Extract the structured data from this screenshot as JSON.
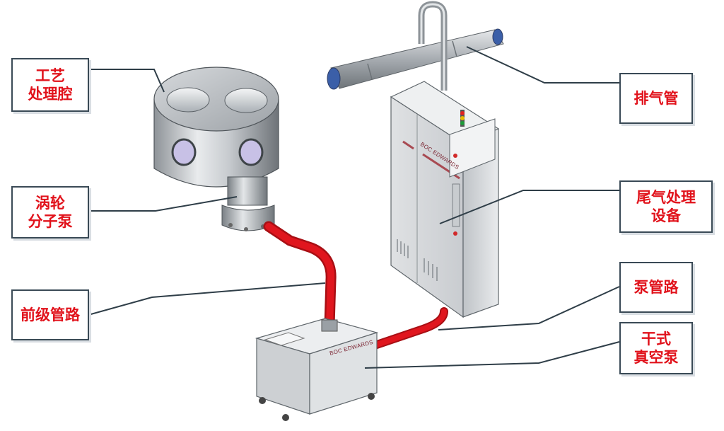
{
  "labels": {
    "process_chamber": "工艺\n处理腔",
    "turbo_pump": "涡轮\n分子泵",
    "foreline": "前级管路",
    "exhaust_pipe": "排气管",
    "abatement": "尾气处理\n设备",
    "pump_line": "泵管路",
    "dry_pump": "干式\n真空泵"
  },
  "brand": {
    "abatement_brand": "BOC EDWARDS",
    "pump_brand": "BOC EDWARDS"
  },
  "colors": {
    "label_text": "#e1121b",
    "label_border": "#3a4a56",
    "pipe_red": "#e0161e",
    "leader_line": "#2f3e48"
  }
}
